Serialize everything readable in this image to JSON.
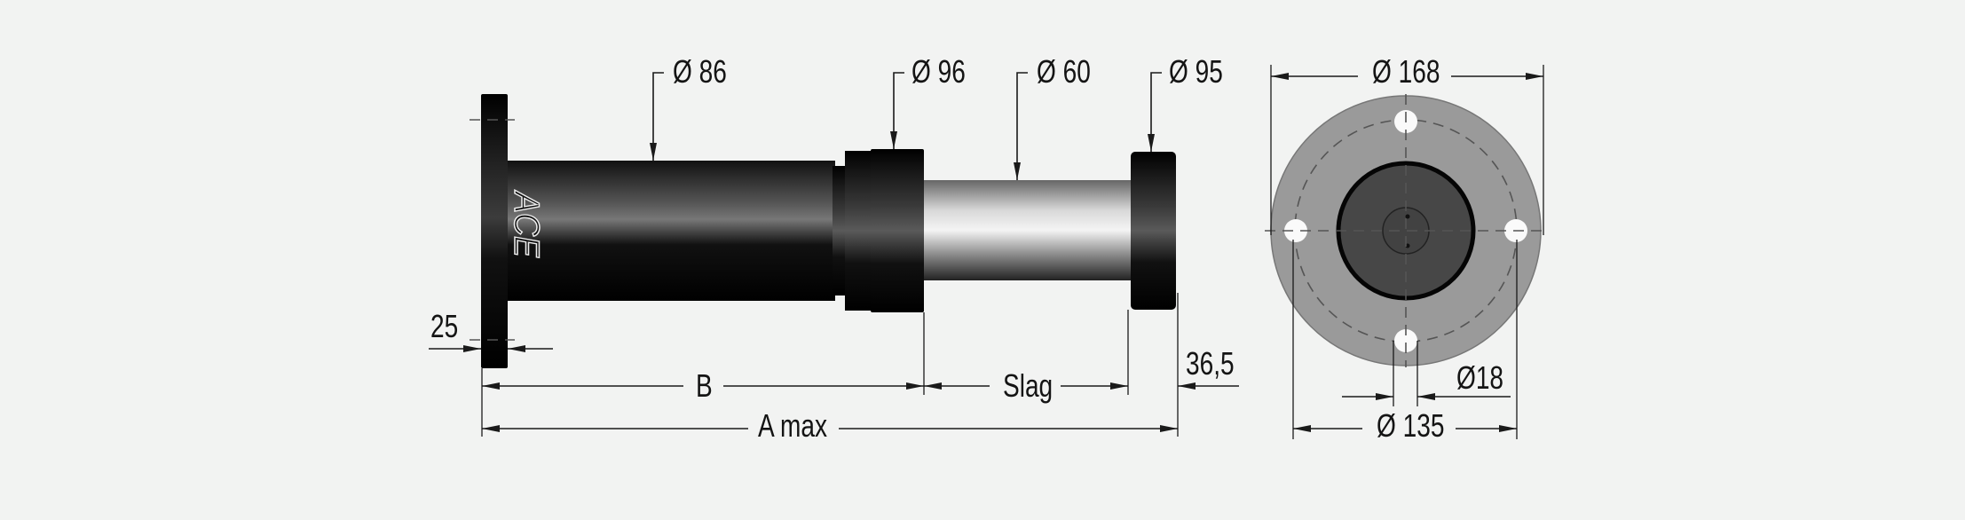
{
  "logo": {
    "text": "ACE"
  },
  "side_view": {
    "labels": {
      "body_diameter": "Ø 86",
      "collar_diameter": "Ø 96",
      "rod_diameter": "Ø 60",
      "cap_diameter": "Ø 95",
      "flange_thickness": "25",
      "dimension_b": "B",
      "stroke": "Slag",
      "cap_length": "36,5",
      "overall_length": "A max"
    }
  },
  "front_view": {
    "labels": {
      "flange_diameter": "Ø 168",
      "bolt_circle": "Ø 135",
      "hole_diameter": "Ø18"
    }
  },
  "colors": {
    "background": "#f2f3f2",
    "flange_face": "#9a9a9a",
    "body": "#0a0a0a"
  }
}
